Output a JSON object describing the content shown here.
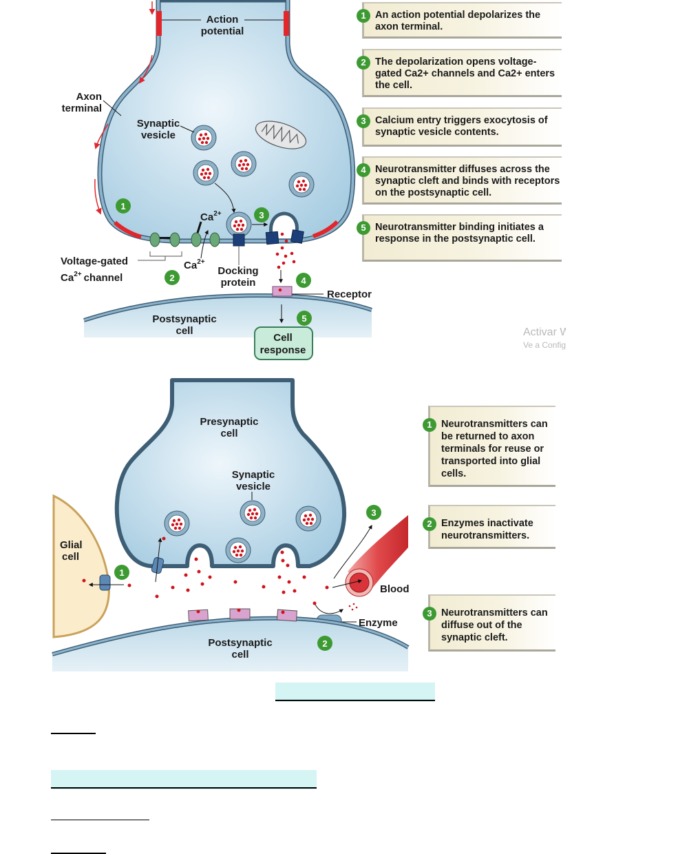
{
  "diagram1": {
    "labels": {
      "action_potential_1": "Action",
      "action_potential_2": "potential",
      "axon_terminal_1": "Axon",
      "axon_terminal_2": "terminal",
      "synaptic_vesicle_1": "Synaptic",
      "synaptic_vesicle_2": "vesicle",
      "ca_top": "Ca",
      "ca_bottom": "Ca",
      "ca_superscript": "2+",
      "voltage_gated_1": "Voltage-gated",
      "voltage_gated_2a": "Ca",
      "voltage_gated_2sup": "2+",
      "voltage_gated_2b": "channel",
      "docking_1": "Docking",
      "docking_2": "protein",
      "receptor": "Receptor",
      "postsynaptic_1": "Postsynaptic",
      "postsynaptic_2": "cell",
      "cell_response_1": "Cell",
      "cell_response_2": "response"
    },
    "markers": [
      "1",
      "2",
      "3",
      "4",
      "5"
    ],
    "steps": [
      {
        "number": "1",
        "text": "An action potential depolarizes the axon terminal."
      },
      {
        "number": "2",
        "text": "The depolarization opens voltage-gated Ca2+ channels and Ca2+ enters the cell."
      },
      {
        "number": "3",
        "text": "Calcium entry triggers exocytosis of synaptic vesicle contents."
      },
      {
        "number": "4",
        "text": "Neurotransmitter diffuses across the synaptic cleft and binds with receptors on the postsynaptic cell."
      },
      {
        "number": "5",
        "text": "Neurotransmitter binding initiates a response in the postsynaptic cell."
      }
    ]
  },
  "watermark": {
    "line1": "Activar Windows",
    "line2": "Ve a Configuración"
  },
  "diagram2": {
    "labels": {
      "presynaptic_1": "Presynaptic",
      "presynaptic_2": "cell",
      "synaptic_vesicle_1": "Synaptic",
      "synaptic_vesicle_2": "vesicle",
      "glial_1": "Glial",
      "glial_2": "cell",
      "blood": "Blood",
      "enzyme": "Enzyme",
      "postsynaptic_1": "Postsynaptic",
      "postsynaptic_2": "cell"
    },
    "markers": [
      "1",
      "2",
      "3"
    ],
    "steps": [
      {
        "number": "1",
        "text": "Neurotransmitters can be returned to axon terminals for reuse or transported into glial cells."
      },
      {
        "number": "2",
        "text": "Enzymes inactivate neurotransmitters."
      },
      {
        "number": "3",
        "text": "Neurotransmitters can diffuse out of the synaptic cleft."
      }
    ]
  },
  "colors": {
    "cell_fill": "#bcd9e8",
    "membrane": "#7fa8c4",
    "action_potential": "#e2262b",
    "marker_green": "#3d9a32",
    "neurotransmitter": "#d0121b",
    "channel_green": "#6aa87a",
    "docking_blue": "#1c3f7a",
    "receptor_pink": "#d9a3cf",
    "glial_fill": "#fbeccc",
    "blood_red": "#e0494b",
    "highlight": "#d5f4f4"
  }
}
